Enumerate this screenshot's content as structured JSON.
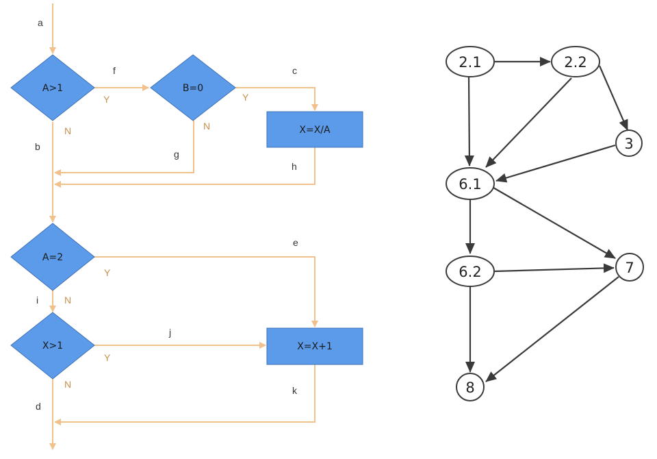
{
  "colors": {
    "flow_line": "#f2c08a",
    "node_fill": "#5b9bea",
    "node_stroke": "#3d6fb5",
    "yn_label": "#c8904e",
    "graph_stroke": "#3a3a3a",
    "graph_node_fill": "#ffffff"
  },
  "flowchart": {
    "decisions": {
      "a_gt_1": "A>1",
      "b_eq_0": "B=0",
      "a_eq_2": "A=2",
      "x_gt_1": "X>1"
    },
    "processes": {
      "x_div_a": "X=X/A",
      "x_plus_1": "X=X+1"
    },
    "edge_labels": {
      "a": "a",
      "b": "b",
      "c": "c",
      "d": "d",
      "e": "e",
      "f": "f",
      "g": "g",
      "h": "h",
      "i": "i",
      "j": "j",
      "k": "k"
    },
    "branch_labels": {
      "yes": "Y",
      "no": "N"
    }
  },
  "graph": {
    "nodes": {
      "n21": "2.1",
      "n22": "2.2",
      "n3": "3",
      "n61": "6.1",
      "n62": "6.2",
      "n7": "7",
      "n8": "8"
    }
  }
}
